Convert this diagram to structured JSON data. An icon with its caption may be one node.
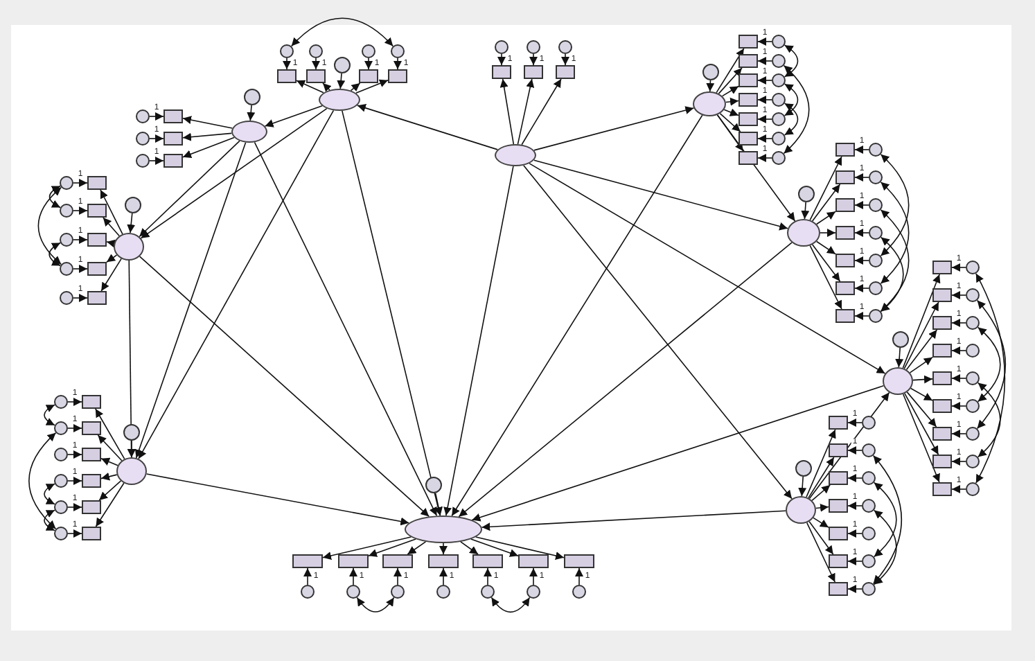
{
  "diagram": {
    "nodes": [
      {
        "text": [],
        "shape": "ellipse"
      },
      {
        "text": [],
        "shape": "circle"
      },
      {
        "text": [],
        "shape": "box"
      },
      {
        "text": [],
        "shape": "circle"
      },
      {
        "text": [],
        "shape": "box"
      },
      {
        "text": [],
        "shape": "circle"
      },
      {
        "text": [],
        "shape": "box"
      },
      {
        "text": [],
        "shape": "circle"
      },
      {
        "text": [],
        "shape": "box"
      },
      {
        "text": [],
        "shape": "circle"
      },
      {
        "text": [],
        "shape": "ellipse"
      },
      {
        "text": [],
        "shape": "circle"
      },
      {
        "text": [],
        "shape": "box"
      },
      {
        "text": [],
        "shape": "circle"
      },
      {
        "text": [],
        "shape": "box"
      },
      {
        "text": [],
        "shape": "circle"
      },
      {
        "text": [],
        "shape": "box"
      },
      {
        "text": [],
        "shape": "circle"
      },
      {
        "text": [],
        "shape": "ellipse"
      },
      {
        "text": [],
        "shape": "circle"
      },
      {
        "text": [],
        "shape": "box"
      },
      {
        "text": [],
        "shape": "circle"
      },
      {
        "text": [],
        "shape": "box"
      },
      {
        "text": [],
        "shape": "circle"
      },
      {
        "text": [],
        "shape": "box"
      },
      {
        "text": [],
        "shape": "circle"
      },
      {
        "text": [],
        "shape": "box"
      },
      {
        "text": [],
        "shape": "circle"
      },
      {
        "text": [],
        "shape": "box"
      },
      {
        "text": [],
        "shape": "circle"
      },
      {
        "text": [],
        "shape": "ellipse"
      },
      {
        "text": [],
        "shape": "circle"
      },
      {
        "text": [],
        "shape": "box"
      },
      {
        "text": [],
        "shape": "circle"
      },
      {
        "text": [],
        "shape": "box"
      },
      {
        "text": [],
        "shape": "circle"
      },
      {
        "text": [],
        "shape": "box"
      },
      {
        "text": [],
        "shape": "circle"
      },
      {
        "text": [],
        "shape": "box"
      },
      {
        "text": [],
        "shape": "circle"
      },
      {
        "text": [],
        "shape": "box"
      },
      {
        "text": [],
        "shape": "circle"
      },
      {
        "text": [],
        "shape": "box"
      },
      {
        "text": [],
        "shape": "circle"
      },
      {
        "text": [],
        "shape": "ellipse"
      },
      {
        "text": [],
        "shape": "box"
      },
      {
        "text": [],
        "shape": "circle"
      },
      {
        "text": [],
        "shape": "box"
      },
      {
        "text": [],
        "shape": "circle"
      },
      {
        "text": [],
        "shape": "box"
      },
      {
        "text": [],
        "shape": "circle"
      },
      {
        "text": [],
        "shape": "ellipse"
      },
      {
        "text": [],
        "shape": "circle"
      },
      {
        "text": [],
        "shape": "box"
      },
      {
        "text": [],
        "shape": "circle"
      },
      {
        "text": [],
        "shape": "box"
      },
      {
        "text": [],
        "shape": "circle"
      },
      {
        "text": [],
        "shape": "box"
      },
      {
        "text": [],
        "shape": "circle"
      },
      {
        "text": [],
        "shape": "box"
      },
      {
        "text": [],
        "shape": "circle"
      },
      {
        "text": [],
        "shape": "box"
      },
      {
        "text": [],
        "shape": "circle"
      },
      {
        "text": [],
        "shape": "box"
      },
      {
        "text": [],
        "shape": "circle"
      },
      {
        "text": [],
        "shape": "box"
      },
      {
        "text": [],
        "shape": "circle"
      },
      {
        "text": [],
        "shape": "ellipse"
      },
      {
        "text": [],
        "shape": "circle"
      },
      {
        "text": [],
        "shape": "box"
      },
      {
        "text": [],
        "shape": "circle"
      },
      {
        "text": [],
        "shape": "box"
      },
      {
        "text": [],
        "shape": "circle"
      },
      {
        "text": [],
        "shape": "box"
      },
      {
        "text": [],
        "shape": "circle"
      },
      {
        "text": [],
        "shape": "box"
      },
      {
        "text": [],
        "shape": "circle"
      },
      {
        "text": [],
        "shape": "box"
      },
      {
        "text": [],
        "shape": "circle"
      },
      {
        "text": [],
        "shape": "box"
      },
      {
        "text": [],
        "shape": "circle"
      },
      {
        "text": [],
        "shape": "box"
      },
      {
        "text": [],
        "shape": "circle"
      },
      {
        "text": [],
        "shape": "ellipse"
      },
      {
        "text": [],
        "shape": "circle"
      },
      {
        "text": [],
        "shape": "box"
      },
      {
        "text": [],
        "shape": "circle"
      },
      {
        "text": [],
        "shape": "box"
      },
      {
        "text": [],
        "shape": "circle"
      },
      {
        "text": [],
        "shape": "box"
      },
      {
        "text": [],
        "shape": "circle"
      },
      {
        "text": [],
        "shape": "box"
      },
      {
        "text": [],
        "shape": "circle"
      },
      {
        "text": [],
        "shape": "box"
      },
      {
        "text": [],
        "shape": "circle"
      },
      {
        "text": [],
        "shape": "box"
      },
      {
        "text": [],
        "shape": "circle"
      },
      {
        "text": [],
        "shape": "box"
      },
      {
        "text": [],
        "shape": "circle"
      },
      {
        "text": [],
        "shape": "box"
      },
      {
        "text": [],
        "shape": "circle"
      },
      {
        "text": [],
        "shape": "box"
      },
      {
        "text": [],
        "shape": "circle"
      },
      {
        "text": [],
        "shape": "ellipse"
      },
      {
        "text": [],
        "shape": "circle"
      },
      {
        "text": [],
        "shape": "box"
      },
      {
        "text": [],
        "shape": "circle"
      },
      {
        "text": [],
        "shape": "box"
      },
      {
        "text": [],
        "shape": "circle"
      },
      {
        "text": [],
        "shape": "box"
      },
      {
        "text": [],
        "shape": "circle"
      },
      {
        "text": [],
        "shape": "box"
      },
      {
        "text": [],
        "shape": "circle"
      },
      {
        "text": [],
        "shape": "box"
      },
      {
        "text": [],
        "shape": "circle"
      },
      {
        "text": [],
        "shape": "box"
      },
      {
        "text": [],
        "shape": "circle"
      },
      {
        "text": [],
        "shape": "box"
      },
      {
        "text": [],
        "shape": "circle"
      },
      {
        "text": [],
        "shape": "ellipse"
      },
      {
        "text": [],
        "shape": "circle"
      },
      {
        "text": [],
        "shape": "box"
      },
      {
        "text": [],
        "shape": "circle"
      },
      {
        "text": [],
        "shape": "box"
      },
      {
        "text": [],
        "shape": "circle"
      },
      {
        "text": [],
        "shape": "box"
      },
      {
        "text": [],
        "shape": "circle"
      },
      {
        "text": [],
        "shape": "box"
      },
      {
        "text": [],
        "shape": "circle"
      },
      {
        "text": [],
        "shape": "box"
      },
      {
        "text": [],
        "shape": "circle"
      },
      {
        "text": [],
        "shape": "box"
      },
      {
        "text": [],
        "shape": "circle"
      },
      {
        "text": [],
        "shape": "box"
      },
      {
        "text": [],
        "shape": "circle"
      }
    ],
    "edges": [
      {
        "from": 1,
        "to": 0,
        "arrow": "to"
      },
      {
        "from": 0,
        "to": 2,
        "arrow": "to"
      },
      {
        "from": 3,
        "to": 2,
        "arrow": "to",
        "label": "1"
      },
      {
        "from": 0,
        "to": 4,
        "arrow": "to"
      },
      {
        "from": 5,
        "to": 4,
        "arrow": "to",
        "label": "1"
      },
      {
        "from": 0,
        "to": 6,
        "arrow": "to"
      },
      {
        "from": 7,
        "to": 6,
        "arrow": "to",
        "label": "1"
      },
      {
        "from": 0,
        "to": 8,
        "arrow": "to"
      },
      {
        "from": 9,
        "to": 8,
        "arrow": "to",
        "label": "1"
      },
      {
        "from": 11,
        "to": 10,
        "arrow": "to"
      },
      {
        "from": 10,
        "to": 12,
        "arrow": "to"
      },
      {
        "from": 13,
        "to": 12,
        "arrow": "to",
        "label": "1"
      },
      {
        "from": 10,
        "to": 14,
        "arrow": "to"
      },
      {
        "from": 15,
        "to": 14,
        "arrow": "to",
        "label": "1"
      },
      {
        "from": 10,
        "to": 16,
        "arrow": "to"
      },
      {
        "from": 17,
        "to": 16,
        "arrow": "to",
        "label": "1"
      },
      {
        "from": 19,
        "to": 18,
        "arrow": "to"
      },
      {
        "from": 18,
        "to": 20,
        "arrow": "to"
      },
      {
        "from": 21,
        "to": 20,
        "arrow": "to",
        "label": "1"
      },
      {
        "from": 18,
        "to": 22,
        "arrow": "to"
      },
      {
        "from": 23,
        "to": 22,
        "arrow": "to",
        "label": "1"
      },
      {
        "from": 18,
        "to": 24,
        "arrow": "to"
      },
      {
        "from": 25,
        "to": 24,
        "arrow": "to",
        "label": "1"
      },
      {
        "from": 18,
        "to": 26,
        "arrow": "to"
      },
      {
        "from": 27,
        "to": 26,
        "arrow": "to",
        "label": "1"
      },
      {
        "from": 18,
        "to": 28,
        "arrow": "to"
      },
      {
        "from": 29,
        "to": 28,
        "arrow": "to",
        "label": "1"
      },
      {
        "from": 31,
        "to": 30,
        "arrow": "to"
      },
      {
        "from": 30,
        "to": 32,
        "arrow": "to"
      },
      {
        "from": 33,
        "to": 32,
        "arrow": "to",
        "label": "1"
      },
      {
        "from": 30,
        "to": 34,
        "arrow": "to"
      },
      {
        "from": 35,
        "to": 34,
        "arrow": "to",
        "label": "1"
      },
      {
        "from": 30,
        "to": 36,
        "arrow": "to"
      },
      {
        "from": 37,
        "to": 36,
        "arrow": "to",
        "label": "1"
      },
      {
        "from": 30,
        "to": 38,
        "arrow": "to"
      },
      {
        "from": 39,
        "to": 38,
        "arrow": "to",
        "label": "1"
      },
      {
        "from": 30,
        "to": 40,
        "arrow": "to"
      },
      {
        "from": 41,
        "to": 40,
        "arrow": "to",
        "label": "1"
      },
      {
        "from": 30,
        "to": 42,
        "arrow": "to"
      },
      {
        "from": 43,
        "to": 42,
        "arrow": "to",
        "label": "1"
      },
      {
        "from": 44,
        "to": 45,
        "arrow": "to"
      },
      {
        "from": 46,
        "to": 45,
        "arrow": "to",
        "label": "1"
      },
      {
        "from": 44,
        "to": 47,
        "arrow": "to"
      },
      {
        "from": 48,
        "to": 47,
        "arrow": "to",
        "label": "1"
      },
      {
        "from": 44,
        "to": 49,
        "arrow": "to"
      },
      {
        "from": 50,
        "to": 49,
        "arrow": "to",
        "label": "1"
      },
      {
        "from": 52,
        "to": 51,
        "arrow": "to"
      },
      {
        "from": 51,
        "to": 53,
        "arrow": "to"
      },
      {
        "from": 54,
        "to": 53,
        "arrow": "to",
        "label": "1"
      },
      {
        "from": 51,
        "to": 55,
        "arrow": "to"
      },
      {
        "from": 56,
        "to": 55,
        "arrow": "to",
        "label": "1"
      },
      {
        "from": 51,
        "to": 57,
        "arrow": "to"
      },
      {
        "from": 58,
        "to": 57,
        "arrow": "to",
        "label": "1"
      },
      {
        "from": 51,
        "to": 59,
        "arrow": "to"
      },
      {
        "from": 60,
        "to": 59,
        "arrow": "to",
        "label": "1"
      },
      {
        "from": 51,
        "to": 61,
        "arrow": "to"
      },
      {
        "from": 62,
        "to": 61,
        "arrow": "to",
        "label": "1"
      },
      {
        "from": 51,
        "to": 63,
        "arrow": "to"
      },
      {
        "from": 64,
        "to": 63,
        "arrow": "to",
        "label": "1"
      },
      {
        "from": 51,
        "to": 65,
        "arrow": "to"
      },
      {
        "from": 66,
        "to": 65,
        "arrow": "to",
        "label": "1"
      },
      {
        "from": 68,
        "to": 67,
        "arrow": "to"
      },
      {
        "from": 67,
        "to": 69,
        "arrow": "to"
      },
      {
        "from": 70,
        "to": 69,
        "arrow": "to",
        "label": "1"
      },
      {
        "from": 67,
        "to": 71,
        "arrow": "to"
      },
      {
        "from": 72,
        "to": 71,
        "arrow": "to",
        "label": "1"
      },
      {
        "from": 67,
        "to": 73,
        "arrow": "to"
      },
      {
        "from": 74,
        "to": 73,
        "arrow": "to",
        "label": "1"
      },
      {
        "from": 67,
        "to": 75,
        "arrow": "to"
      },
      {
        "from": 76,
        "to": 75,
        "arrow": "to",
        "label": "1"
      },
      {
        "from": 67,
        "to": 77,
        "arrow": "to"
      },
      {
        "from": 78,
        "to": 77,
        "arrow": "to",
        "label": "1"
      },
      {
        "from": 67,
        "to": 79,
        "arrow": "to"
      },
      {
        "from": 80,
        "to": 79,
        "arrow": "to",
        "label": "1"
      },
      {
        "from": 67,
        "to": 81,
        "arrow": "to"
      },
      {
        "from": 82,
        "to": 81,
        "arrow": "to",
        "label": "1"
      },
      {
        "from": 84,
        "to": 83,
        "arrow": "to"
      },
      {
        "from": 83,
        "to": 85,
        "arrow": "to"
      },
      {
        "from": 86,
        "to": 85,
        "arrow": "to",
        "label": "1"
      },
      {
        "from": 83,
        "to": 87,
        "arrow": "to"
      },
      {
        "from": 88,
        "to": 87,
        "arrow": "to",
        "label": "1"
      },
      {
        "from": 83,
        "to": 89,
        "arrow": "to"
      },
      {
        "from": 90,
        "to": 89,
        "arrow": "to",
        "label": "1"
      },
      {
        "from": 83,
        "to": 91,
        "arrow": "to"
      },
      {
        "from": 92,
        "to": 91,
        "arrow": "to",
        "label": "1"
      },
      {
        "from": 83,
        "to": 93,
        "arrow": "to"
      },
      {
        "from": 94,
        "to": 93,
        "arrow": "to",
        "label": "1"
      },
      {
        "from": 83,
        "to": 95,
        "arrow": "to"
      },
      {
        "from": 96,
        "to": 95,
        "arrow": "to",
        "label": "1"
      },
      {
        "from": 83,
        "to": 97,
        "arrow": "to"
      },
      {
        "from": 98,
        "to": 97,
        "arrow": "to",
        "label": "1"
      },
      {
        "from": 83,
        "to": 99,
        "arrow": "to"
      },
      {
        "from": 100,
        "to": 99,
        "arrow": "to",
        "label": "1"
      },
      {
        "from": 83,
        "to": 101,
        "arrow": "to"
      },
      {
        "from": 102,
        "to": 101,
        "arrow": "to",
        "label": "1"
      },
      {
        "from": 104,
        "to": 103,
        "arrow": "to"
      },
      {
        "from": 103,
        "to": 105,
        "arrow": "to"
      },
      {
        "from": 106,
        "to": 105,
        "arrow": "to",
        "label": "1"
      },
      {
        "from": 103,
        "to": 107,
        "arrow": "to"
      },
      {
        "from": 108,
        "to": 107,
        "arrow": "to",
        "label": "1"
      },
      {
        "from": 103,
        "to": 109,
        "arrow": "to"
      },
      {
        "from": 110,
        "to": 109,
        "arrow": "to",
        "label": "1"
      },
      {
        "from": 103,
        "to": 111,
        "arrow": "to"
      },
      {
        "from": 112,
        "to": 111,
        "arrow": "to",
        "label": "1"
      },
      {
        "from": 103,
        "to": 113,
        "arrow": "to"
      },
      {
        "from": 114,
        "to": 113,
        "arrow": "to",
        "label": "1"
      },
      {
        "from": 103,
        "to": 115,
        "arrow": "to"
      },
      {
        "from": 116,
        "to": 115,
        "arrow": "to",
        "label": "1"
      },
      {
        "from": 103,
        "to": 117,
        "arrow": "to"
      },
      {
        "from": 118,
        "to": 117,
        "arrow": "to",
        "label": "1"
      },
      {
        "from": 120,
        "to": 119,
        "arrow": "to"
      },
      {
        "from": 119,
        "to": 121,
        "arrow": "to"
      },
      {
        "from": 122,
        "to": 121,
        "arrow": "to",
        "label": "1"
      },
      {
        "from": 119,
        "to": 123,
        "arrow": "to"
      },
      {
        "from": 124,
        "to": 123,
        "arrow": "to",
        "label": "1"
      },
      {
        "from": 119,
        "to": 125,
        "arrow": "to"
      },
      {
        "from": 126,
        "to": 125,
        "arrow": "to",
        "label": "1"
      },
      {
        "from": 119,
        "to": 127,
        "arrow": "to"
      },
      {
        "from": 128,
        "to": 127,
        "arrow": "to",
        "label": "1"
      },
      {
        "from": 119,
        "to": 129,
        "arrow": "to"
      },
      {
        "from": 130,
        "to": 129,
        "arrow": "to",
        "label": "1"
      },
      {
        "from": 119,
        "to": 131,
        "arrow": "to"
      },
      {
        "from": 132,
        "to": 131,
        "arrow": "to",
        "label": "1"
      },
      {
        "from": 119,
        "to": 133,
        "arrow": "to"
      },
      {
        "from": 134,
        "to": 133,
        "arrow": "to",
        "label": "1"
      },
      {
        "from": 44,
        "to": 0,
        "arrow": "to"
      },
      {
        "from": 44,
        "to": 51,
        "arrow": "to"
      },
      {
        "from": 44,
        "to": 67,
        "arrow": "to"
      },
      {
        "from": 44,
        "to": 83,
        "arrow": "to"
      },
      {
        "from": 44,
        "to": 103,
        "arrow": "to"
      },
      {
        "from": 44,
        "to": 119,
        "arrow": "to"
      },
      {
        "from": 0,
        "to": 10,
        "arrow": "to"
      },
      {
        "from": 0,
        "to": 18,
        "arrow": "to"
      },
      {
        "from": 0,
        "to": 30,
        "arrow": "to"
      },
      {
        "from": 0,
        "to": 119,
        "arrow": "to"
      },
      {
        "from": 10,
        "to": 18,
        "arrow": "to"
      },
      {
        "from": 10,
        "to": 30,
        "arrow": "to"
      },
      {
        "from": 10,
        "to": 119,
        "arrow": "to"
      },
      {
        "from": 18,
        "to": 30,
        "arrow": "to"
      },
      {
        "from": 18,
        "to": 119,
        "arrow": "to"
      },
      {
        "from": 30,
        "to": 119,
        "arrow": "to"
      },
      {
        "from": 51,
        "to": 67,
        "arrow": "to"
      },
      {
        "from": 51,
        "to": 119,
        "arrow": "to"
      },
      {
        "from": 67,
        "to": 119,
        "arrow": "to"
      },
      {
        "from": 83,
        "to": 119,
        "arrow": "to"
      },
      {
        "from": 103,
        "to": 119,
        "arrow": "to"
      },
      {
        "from": 103,
        "to": 83,
        "arrow": "to"
      },
      {
        "from": 3,
        "to": 9,
        "arrow": "both"
      },
      {
        "from": 21,
        "to": 23,
        "arrow": "both"
      },
      {
        "from": 25,
        "to": 27,
        "arrow": "both"
      },
      {
        "from": 21,
        "to": 27,
        "arrow": "both"
      },
      {
        "from": 33,
        "to": 35,
        "arrow": "both"
      },
      {
        "from": 35,
        "to": 43,
        "arrow": "both"
      },
      {
        "from": 39,
        "to": 41,
        "arrow": "both"
      },
      {
        "from": 41,
        "to": 43,
        "arrow": "both"
      },
      {
        "from": 54,
        "to": 58,
        "arrow": "both"
      },
      {
        "from": 58,
        "to": 62,
        "arrow": "both"
      },
      {
        "from": 56,
        "to": 66,
        "arrow": "both"
      },
      {
        "from": 60,
        "to": 64,
        "arrow": "both"
      },
      {
        "from": 70,
        "to": 78,
        "arrow": "both"
      },
      {
        "from": 72,
        "to": 80,
        "arrow": "both"
      },
      {
        "from": 74,
        "to": 82,
        "arrow": "both"
      },
      {
        "from": 76,
        "to": 82,
        "arrow": "both"
      },
      {
        "from": 86,
        "to": 102,
        "arrow": "both"
      },
      {
        "from": 88,
        "to": 98,
        "arrow": "both"
      },
      {
        "from": 90,
        "to": 96,
        "arrow": "both"
      },
      {
        "from": 94,
        "to": 100,
        "arrow": "both"
      },
      {
        "from": 110,
        "to": 116,
        "arrow": "both"
      },
      {
        "from": 108,
        "to": 118,
        "arrow": "both"
      },
      {
        "from": 112,
        "to": 118,
        "arrow": "both"
      },
      {
        "from": 124,
        "to": 126,
        "arrow": "both"
      },
      {
        "from": 130,
        "to": 132,
        "arrow": "both"
      }
    ]
  }
}
